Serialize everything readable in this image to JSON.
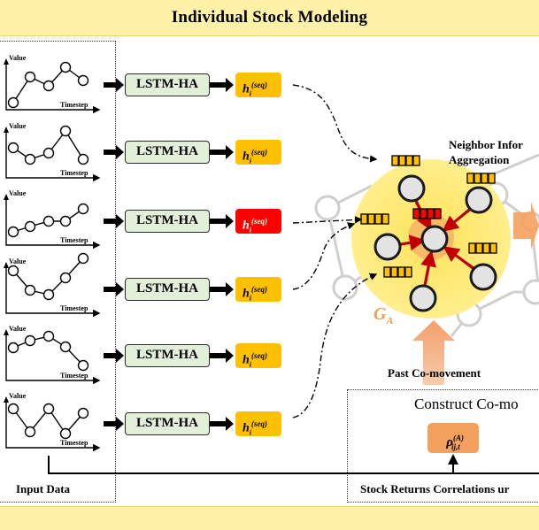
{
  "title": "Individual Stock Modeling",
  "input": {
    "label": "Input Data",
    "value_label": "Value",
    "timestep_label": "Timestep"
  },
  "lstm_label": "LSTM-HA",
  "hidden": {
    "base": "h",
    "sub": "i",
    "sup": "(seq)"
  },
  "graph": {
    "neighbor_label_1": "Neighbor Infor",
    "neighbor_label_2": "Aggregation",
    "ga_base": "G",
    "ga_sub": "A",
    "past_comovement": "Past Co-movement"
  },
  "construct": {
    "label": "Construct Co-mo",
    "rho_base": "ρ",
    "rho_sup": "(A)",
    "rho_sub": "ij,t",
    "correlations_label": "Stock Returns Correlations ur"
  },
  "colors": {
    "banner": "#fff2a8",
    "lstm_fill": "#e2efd9",
    "hidden_fill": "#ffc000",
    "highlight": "#ff0000",
    "cluster": "#ffe97a",
    "rho_fill": "#f5a15e"
  }
}
